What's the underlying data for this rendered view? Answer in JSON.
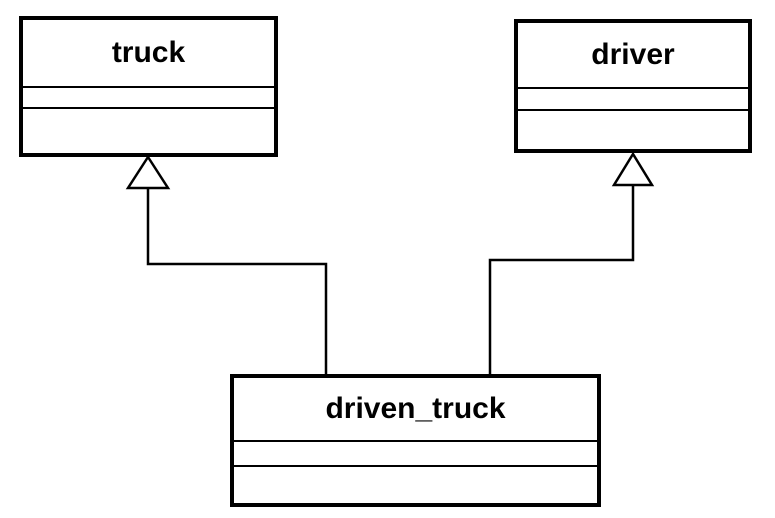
{
  "diagram": {
    "type": "uml-class-diagram",
    "classes": [
      {
        "id": "truck",
        "name": "truck"
      },
      {
        "id": "driver",
        "name": "driver"
      },
      {
        "id": "driven_truck",
        "name": "driven_truck"
      }
    ],
    "relationships": [
      {
        "type": "generalization",
        "from": "driven_truck",
        "to": "truck"
      },
      {
        "type": "generalization",
        "from": "driven_truck",
        "to": "driver"
      }
    ],
    "colors": {
      "line": "#000000",
      "background": "#ffffff",
      "box_fill": "#ffffff"
    }
  }
}
